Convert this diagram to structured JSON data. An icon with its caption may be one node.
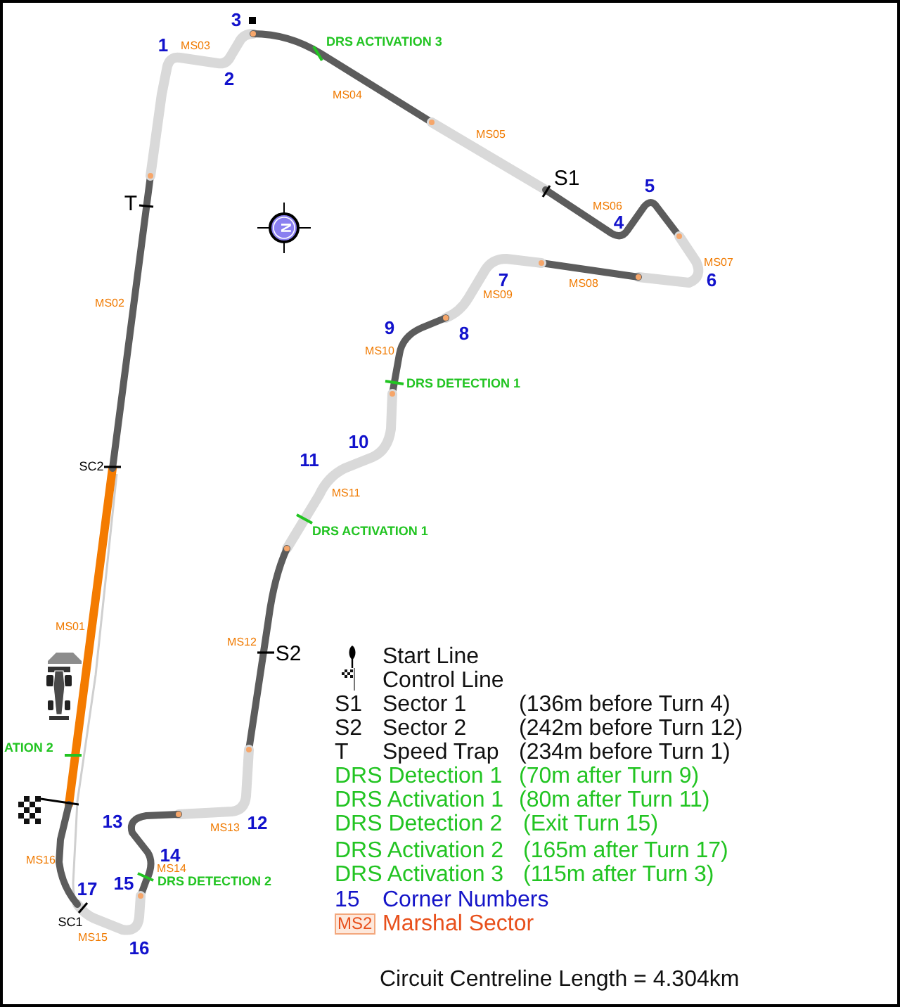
{
  "diagram": {
    "labels": [
      "3",
      "1",
      "MS03",
      "DRS ACTIVATION 3",
      "2",
      "MS04",
      "MS05",
      "S1",
      "5",
      "T",
      "MS06",
      "4",
      "N",
      "MS07",
      "7",
      "6",
      "MS08",
      "MS09",
      "MS02",
      "9",
      "8",
      "MS10",
      "DRS DETECTION 1",
      "10",
      "11",
      "SC2",
      "MS11",
      "DRS ACTIVATION 1",
      "MS01",
      "MS12",
      "S2",
      "ATION 2",
      "13",
      "12",
      "MS13",
      "14",
      "MS14",
      "15",
      "DRS DETECTION 2",
      "MS16",
      "17",
      "SC1",
      "MS15",
      "16",
      "S1",
      "(136m before Turn 4)",
      "S2",
      "(242m before Turn 12)",
      "T",
      "(234m before Turn 1)",
      "(70m after Turn 9)",
      "(80m after Turn 11)",
      "(Exit Turn 15)",
      "(165m after Turn 17)",
      "(115m after Turn 3)",
      "15",
      "MS2",
      "Circuit Centreline Length = 4.304km"
    ],
    "legend": [
      {
        "text": "Start Line"
      },
      {
        "text": "Control Line"
      },
      {
        "text": "Sector 1"
      },
      {
        "text": "Sector 2"
      },
      {
        "text": "Speed Trap"
      },
      {
        "text": "DRS Detection 1"
      },
      {
        "text": "DRS Activation 1"
      },
      {
        "text": "DRS Detection 2"
      },
      {
        "text": "DRS Activation 2"
      },
      {
        "text": "DRS Activation 3"
      },
      {
        "text": "Corner Numbers"
      },
      {
        "text": "Marshal Sector"
      }
    ]
  }
}
